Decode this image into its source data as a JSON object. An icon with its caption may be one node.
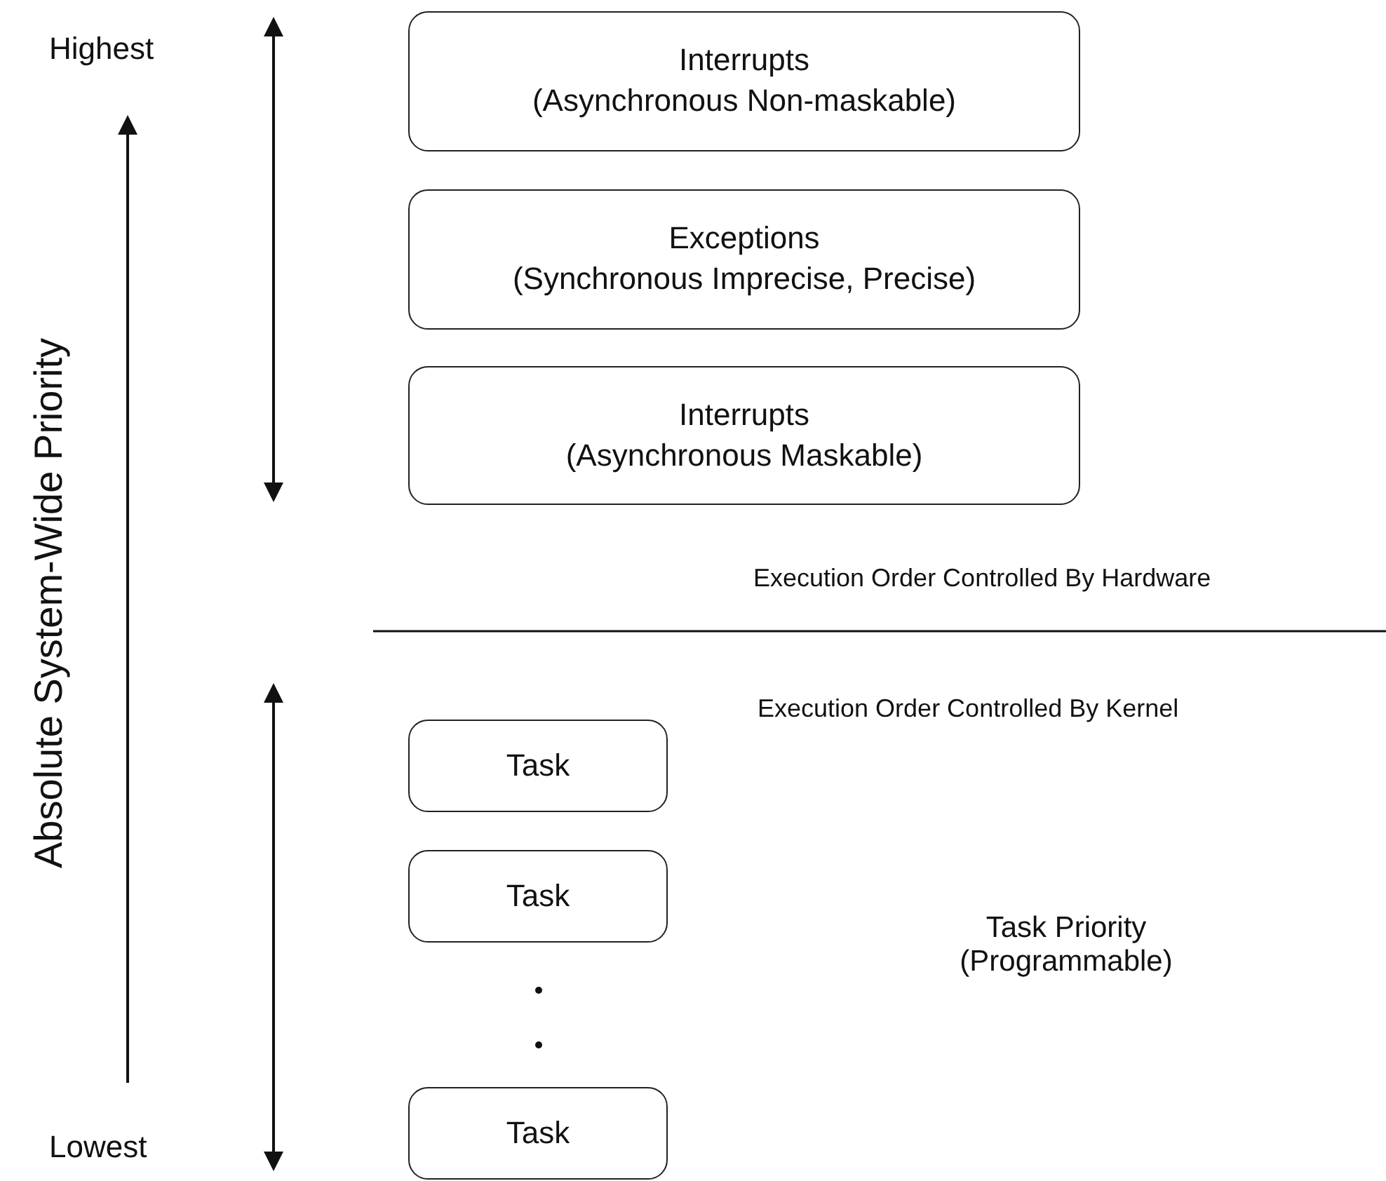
{
  "diagram": {
    "nodes": [
      {
        "text": [
          "Interrupts",
          "(Asynchronous Non-maskable)"
        ]
      },
      {
        "text": [
          "Exceptions",
          "(Synchronous Imprecise, Precise)"
        ]
      },
      {
        "text": [
          "Interrupts",
          "(Asynchronous Maskable)"
        ]
      },
      {
        "text": [
          "Task"
        ]
      },
      {
        "text": [
          "Task"
        ]
      },
      {
        "text": [
          "Task"
        ]
      }
    ],
    "edges": [],
    "labels": [
      "Highest",
      "Absolute System-Wide Priority",
      "Execution Order Controlled By Hardware",
      "Execution Order Controlled By Kernel",
      "Task Priority (Programmable)",
      "Lowest"
    ]
  }
}
